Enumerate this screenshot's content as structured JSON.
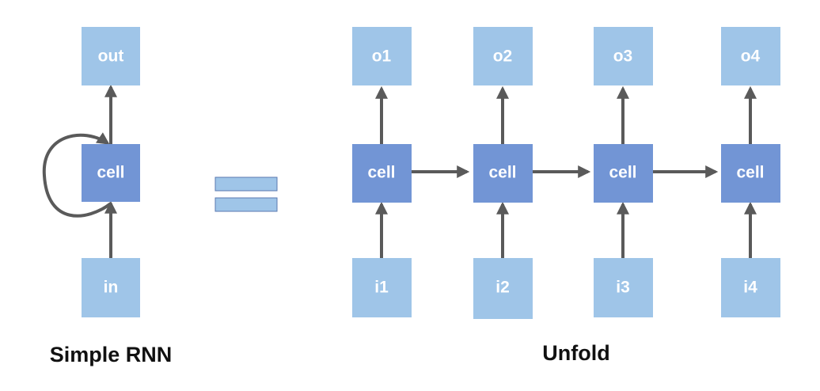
{
  "colors": {
    "io_box": "#9fc5e8",
    "cell_box": "#7295d5",
    "arrow": "#5a5a5a",
    "caption": "#111111"
  },
  "simple_rnn": {
    "out_label": "out",
    "cell_label": "cell",
    "in_label": "in",
    "caption": "Simple RNN"
  },
  "unfold": {
    "caption": "Unfold",
    "steps": [
      {
        "out": "o1",
        "cell": "cell",
        "in": "i1"
      },
      {
        "out": "o2",
        "cell": "cell",
        "in": "i2"
      },
      {
        "out": "o3",
        "cell": "cell",
        "in": "i3"
      },
      {
        "out": "o4",
        "cell": "cell",
        "in": "i4"
      }
    ]
  }
}
